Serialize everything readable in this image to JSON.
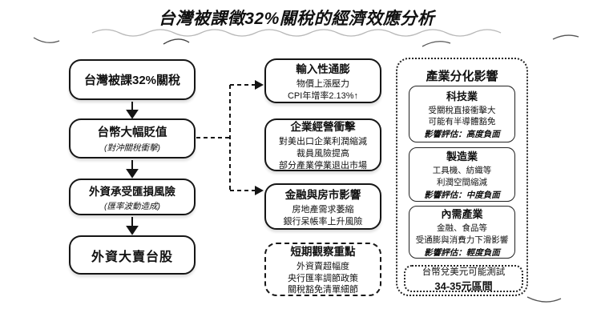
{
  "title": "台灣被課徵32%關稅的經濟效應分析",
  "flow_nodes": [
    {
      "label": "台灣被課32%關稅"
    },
    {
      "label": "台幣大幅貶值",
      "note": "(對沖關稅衝擊)"
    },
    {
      "label": "外資承受匯損風險",
      "note": "(匯率波動造成)"
    },
    {
      "label": "外資大賣台股"
    }
  ],
  "effect_boxes": [
    {
      "title": "輸入性通膨",
      "lines": [
        "物價上漲壓力",
        "CPI年增率2.13%↑"
      ]
    },
    {
      "title": "企業經營衝擊",
      "lines": [
        "對美出口企業利潤縮減",
        "裁員風險提高",
        "部分產業停業退出市場"
      ]
    },
    {
      "title": "金融與房市影響",
      "lines": [
        "房地產需求萎縮",
        "銀行呆帳率上升風險"
      ]
    }
  ],
  "watchlist": {
    "title": "短期觀察重點",
    "lines": [
      "外資賣超幅度",
      "央行匯率調節政策",
      "關稅豁免清單細節"
    ]
  },
  "industry_panel": {
    "title": "產業分化影響",
    "sectors": [
      {
        "name": "科技業",
        "lines": [
          "受關稅直接衝擊大",
          "可能有半導體豁免"
        ],
        "assessment": "影響評估：高度負面"
      },
      {
        "name": "製造業",
        "lines": [
          "工具機、紡織等",
          "利潤空間縮減"
        ],
        "assessment": "影響評估：中度負面"
      },
      {
        "name": "內需產業",
        "lines": [
          "金融、食品等",
          "受通膨與消費力下滑影響"
        ],
        "assessment": "影響評估：輕度負面"
      }
    ],
    "fx_note": {
      "line1": "台幣兌美元可能測試",
      "line2": "34-35元區間"
    }
  },
  "colors": {
    "ink": "#111111",
    "background": "#ffffff",
    "sketch": "#9b9b9b"
  }
}
